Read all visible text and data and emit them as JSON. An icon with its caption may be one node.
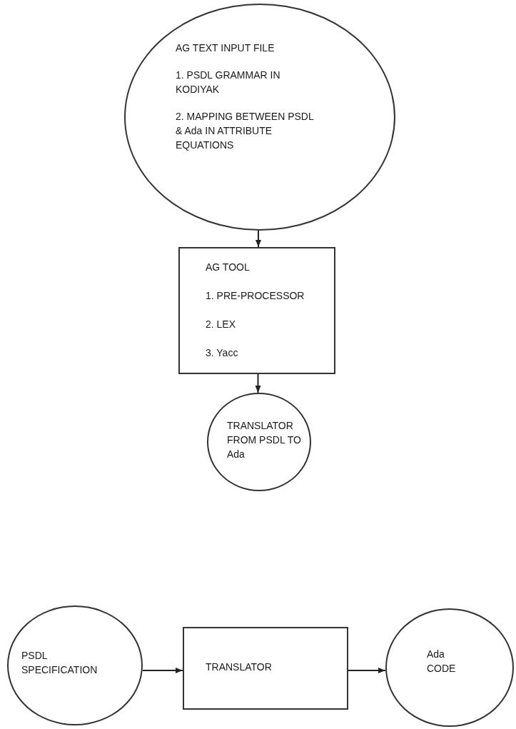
{
  "diagram": {
    "nodes": [
      {
        "text": [
          "AG TEXT INPUT FILE",
          "1. PSDL GRAMMAR IN KODIYAK",
          "2. MAPPING BETWEEN PSDL & Ada IN ATTRIBUTE EQUATIONS"
        ]
      },
      {
        "text": [
          "AG TOOL",
          "1. PRE-PROCESSOR",
          "2. LEX",
          "3. Yacc"
        ]
      },
      {
        "text": [
          "TRANSLATOR FROM PSDL TO Ada"
        ]
      },
      {
        "text": [
          "PSDL SPECIFICATION"
        ]
      },
      {
        "text": [
          "TRANSLATOR"
        ]
      },
      {
        "text": [
          "Ada CODE"
        ]
      }
    ],
    "edges": [
      {
        "from": 0,
        "to": 1,
        "arrow": "to"
      },
      {
        "from": 1,
        "to": 2,
        "arrow": "to"
      },
      {
        "from": 3,
        "to": 4,
        "arrow": "to"
      },
      {
        "from": 4,
        "to": 5,
        "arrow": "to"
      }
    ]
  }
}
